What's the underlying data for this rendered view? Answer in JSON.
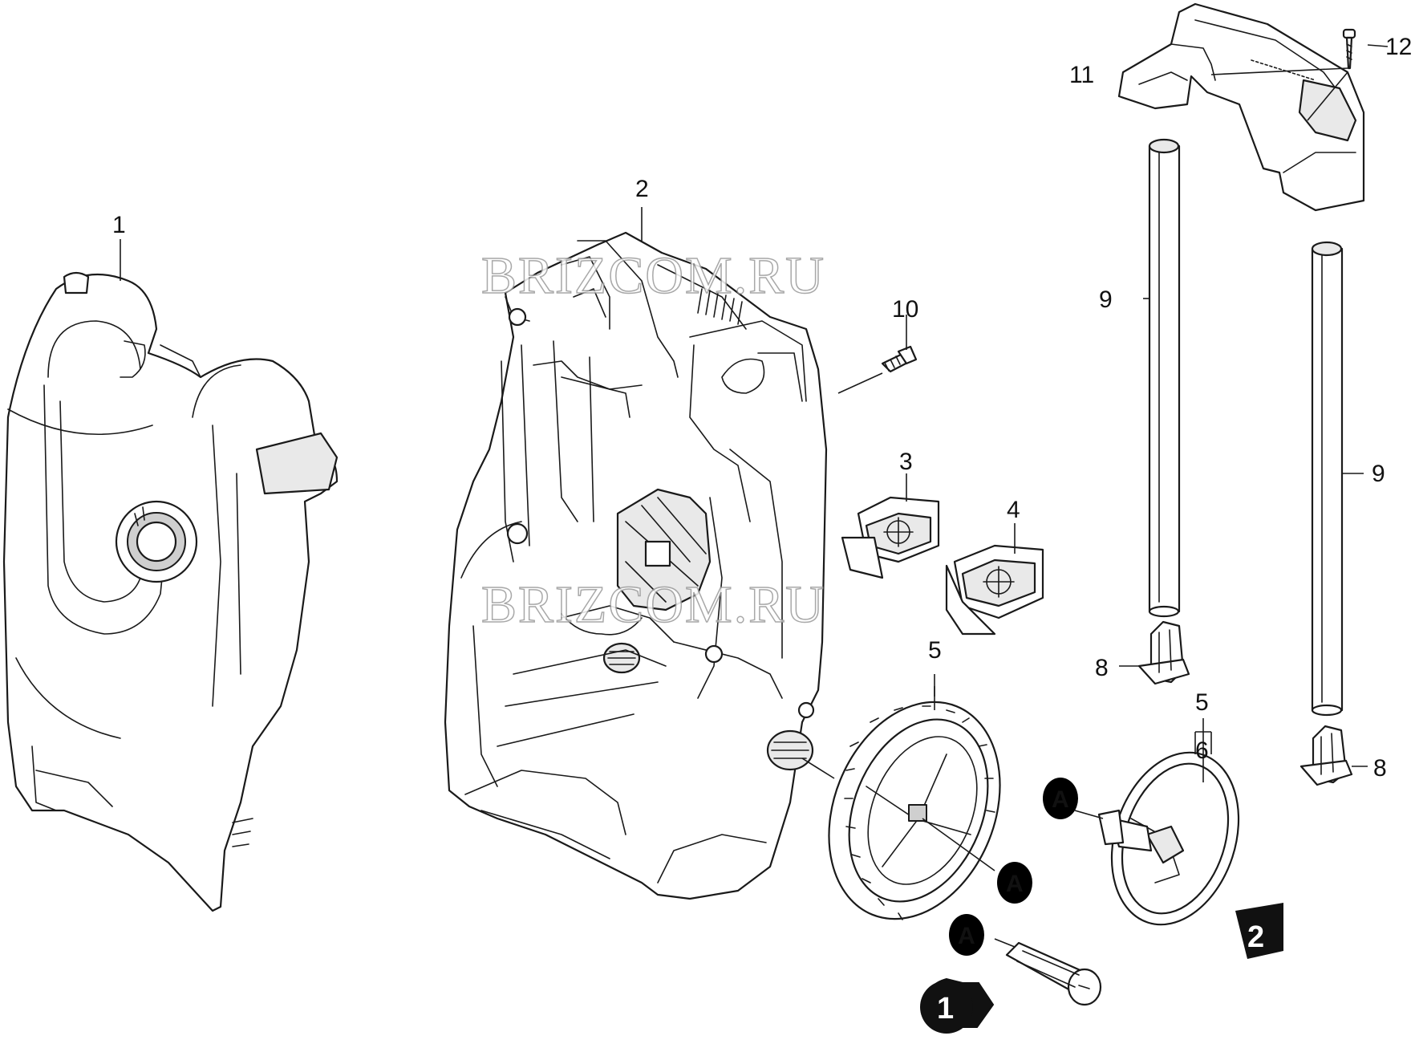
{
  "watermark": "BRIZCOM.RU",
  "callouts": {
    "c1": "1",
    "c2": "2",
    "c3": "3",
    "c4": "4",
    "c5a": "5",
    "c5b": "5",
    "c6": "6",
    "c8a": "8",
    "c8b": "8",
    "c9a": "9",
    "c9b": "9",
    "c10": "10",
    "c11": "11",
    "c12": "12"
  },
  "assembly_markers": {
    "a1": "A",
    "a2": "A",
    "a3": "A"
  },
  "steps": {
    "step1": "1",
    "step2": "2"
  },
  "colors": {
    "line": "#1a1a1a",
    "watermark_outline": "#9a9a9a",
    "step_fill": "#111111"
  }
}
